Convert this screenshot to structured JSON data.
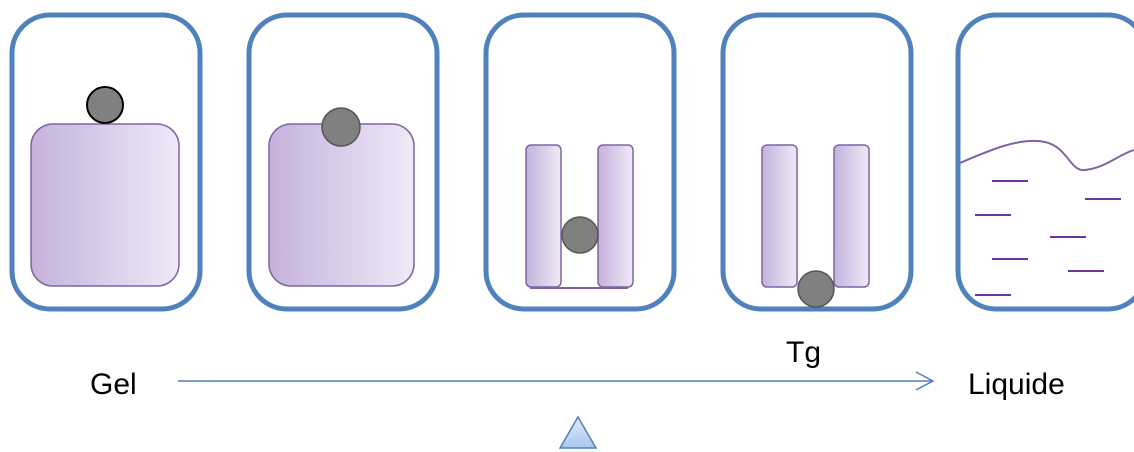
{
  "labels": {
    "start": "Gel",
    "end": "Liquide",
    "transition": "Tg"
  },
  "colors": {
    "frame": "#4f81bd",
    "block_fill_dark": "#c5b2dc",
    "block_fill_light": "#efe9f7",
    "block_stroke": "#8064a2",
    "ball": "#808080",
    "arrow": "#4f81bd",
    "triangle_fill": "#b9d3f1",
    "triangle_stroke": "#4f81bd"
  },
  "icons": {
    "axis": "right-arrow",
    "marker": "triangle-up"
  }
}
